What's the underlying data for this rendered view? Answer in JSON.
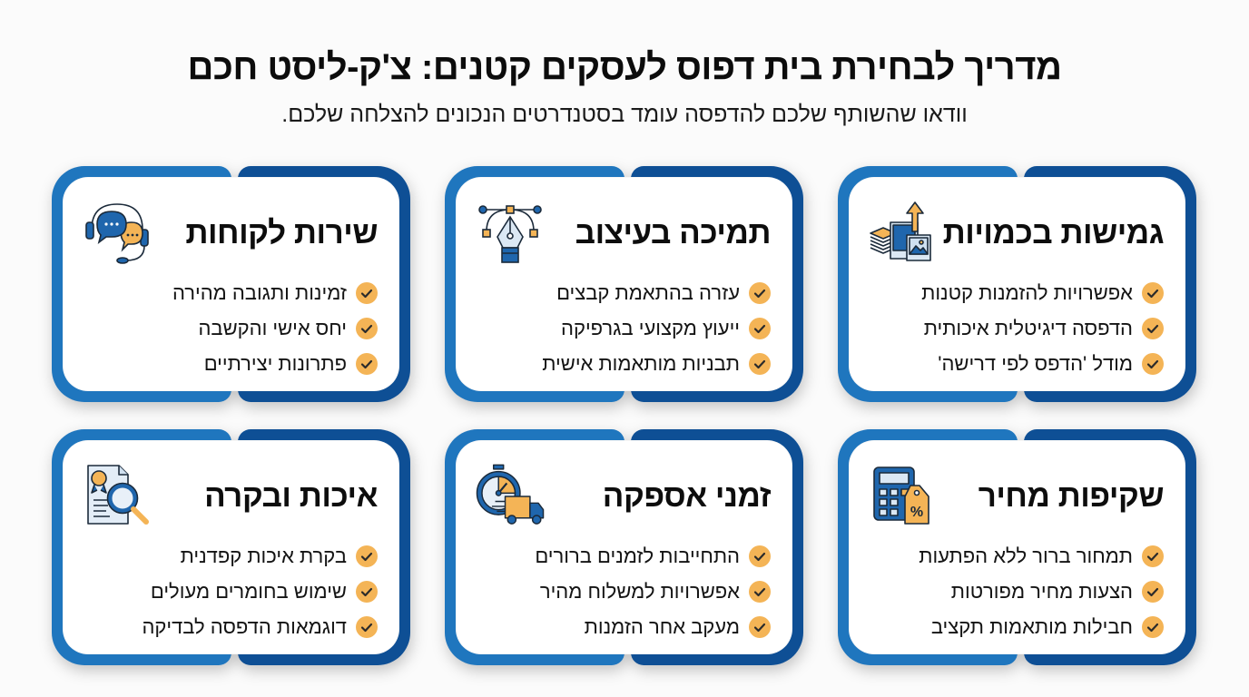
{
  "header": {
    "title": "מדריך לבחירת בית דפוס לעסקים קטנים: צ'ק-ליסט חכם",
    "subtitle": "וודאו שהשותף שלכם להדפסה עומד בסטנדרטים הנכונים להצלחה שלכם."
  },
  "colors": {
    "frame_light": "#1f76be",
    "frame_dark": "#0e4f95",
    "check_bg": "#f4b456",
    "accent_orange": "#f4b456"
  },
  "cards": [
    {
      "title": "גמישות בכמויות",
      "icon": "print-stack-upload-icon",
      "items": [
        "אפשרויות להזמנות קטנות",
        "הדפסה דיגיטלית איכותית",
        "מודל 'הדפס לפי דרישה'"
      ]
    },
    {
      "title": "תמיכה בעיצוב",
      "icon": "pen-tool-bezier-icon",
      "items": [
        "עזרה בהתאמת קבצים",
        "ייעוץ מקצועי בגרפיקה",
        "תבניות מותאמות אישית"
      ]
    },
    {
      "title": "שירות לקוחות",
      "icon": "headset-chat-icon",
      "items": [
        "זמינות ותגובה מהירה",
        "יחס אישי והקשבה",
        "פתרונות יצירתיים"
      ]
    },
    {
      "title": "שקיפות מחיר",
      "icon": "calculator-price-tag-icon",
      "items": [
        "תמחור ברור ללא הפתעות",
        "הצעות מחיר מפורטות",
        "חבילות מותאמות תקציב"
      ]
    },
    {
      "title": "זמני אספקה",
      "icon": "stopwatch-delivery-truck-icon",
      "items": [
        "התחייבות לזמנים ברורים",
        "אפשרויות למשלוח מהיר",
        "מעקב אחר הזמנות"
      ]
    },
    {
      "title": "איכות ובקרה",
      "icon": "certificate-magnifier-icon",
      "items": [
        "בקרת איכות קפדנית",
        "שימוש בחומרים מעולים",
        "דוגמאות הדפסה לבדיקה"
      ]
    }
  ]
}
